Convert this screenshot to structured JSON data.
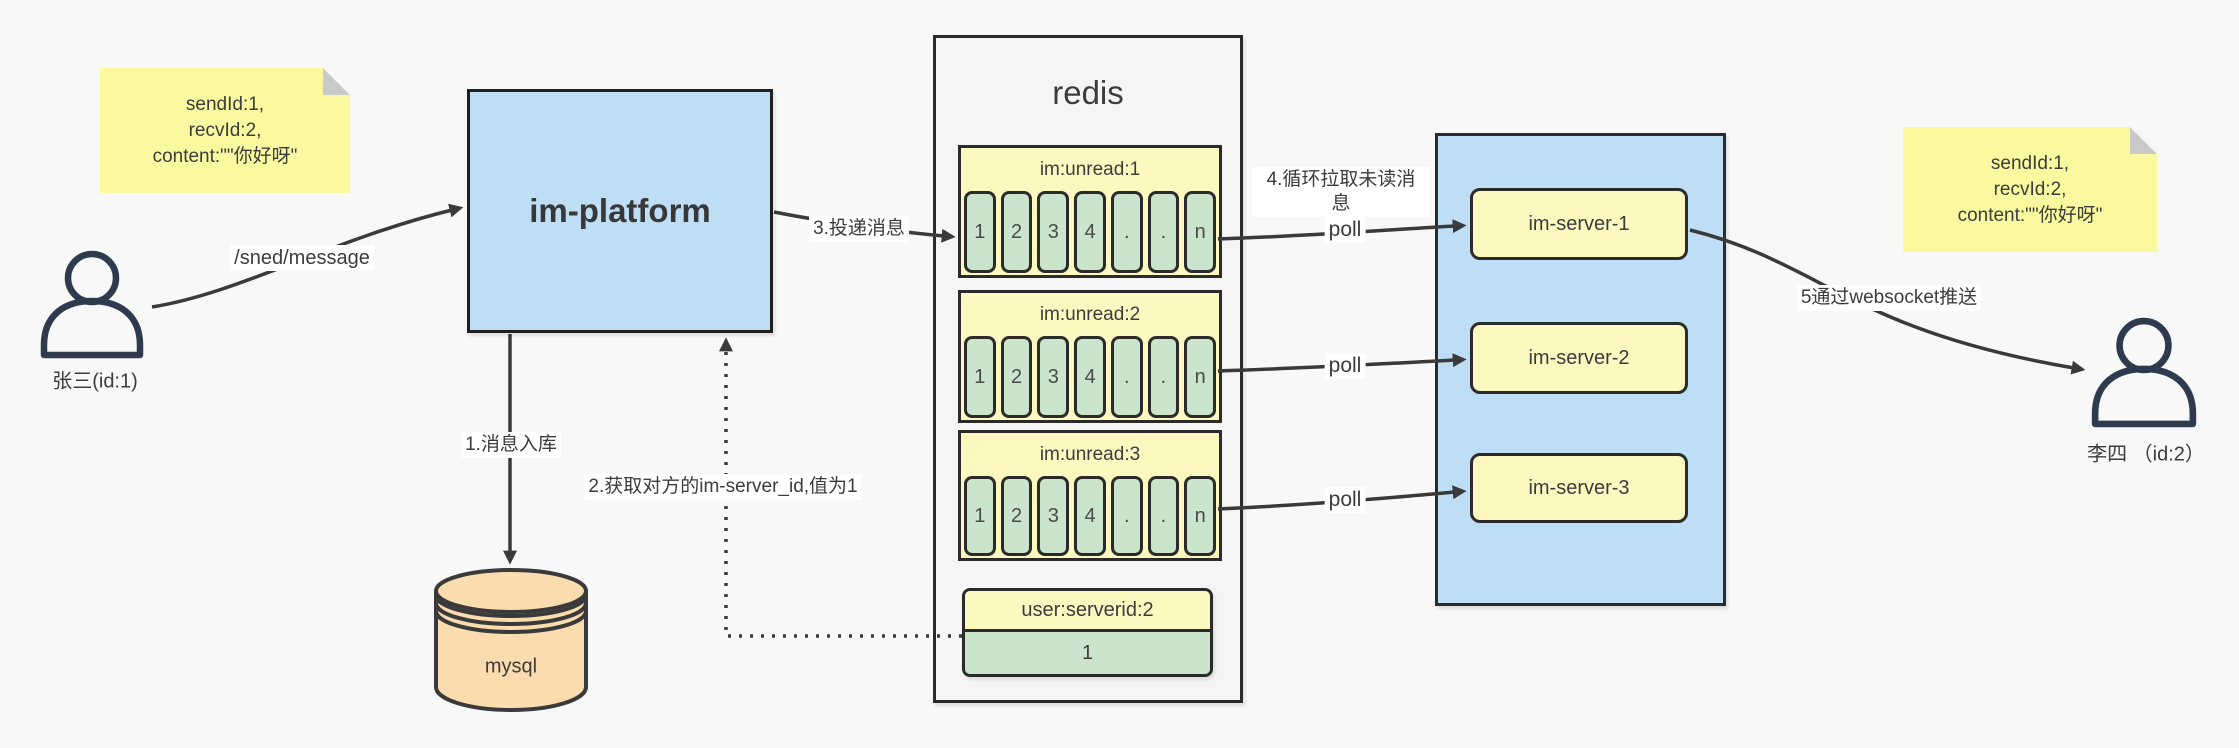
{
  "colors": {
    "background": "#f8f8f8",
    "platform_blue": "#bedef6",
    "note_yellow": "#fbf99f",
    "box_yellow": "#fcf8c0",
    "cell_green": "#cbe4cc",
    "mysql_orange": "#fadcae",
    "line_dark": "#3a3a3a"
  },
  "sticky_left": {
    "lines": [
      "sendId:1,",
      "recvId:2,",
      "content:\"\"你好呀\""
    ]
  },
  "sticky_right": {
    "lines": [
      "sendId:1,",
      "recvId:2,",
      "content:\"\"你好呀\""
    ]
  },
  "sender": {
    "label": "张三(id:1)"
  },
  "receiver": {
    "label": "李四 （id:2）"
  },
  "platform": {
    "label": "im-platform"
  },
  "mysql": {
    "label": "mysql"
  },
  "redis": {
    "title": "redis",
    "queues": [
      {
        "name": "im:unread:1",
        "cells": [
          "1",
          "2",
          "3",
          "4",
          ".",
          ".",
          "n"
        ]
      },
      {
        "name": "im:unread:2",
        "cells": [
          "1",
          "2",
          "3",
          "4",
          ".",
          ".",
          "n"
        ]
      },
      {
        "name": "im:unread:3",
        "cells": [
          "1",
          "2",
          "3",
          "4",
          ".",
          ".",
          "n"
        ]
      }
    ],
    "kv": {
      "key": "user:serverid:2",
      "value": "1"
    }
  },
  "servers": [
    {
      "label": "im-server-1"
    },
    {
      "label": "im-server-2"
    },
    {
      "label": "im-server-3"
    }
  ],
  "edges": {
    "send": "/sned/message",
    "step1": "1.消息入库",
    "step2": "2.获取对方的im-server_id,值为1",
    "step3": "3.投递消息",
    "step4_line1": "4.循环拉取未读消",
    "step4_line2": "息",
    "step5": "5通过websocket推送",
    "poll": "poll"
  }
}
